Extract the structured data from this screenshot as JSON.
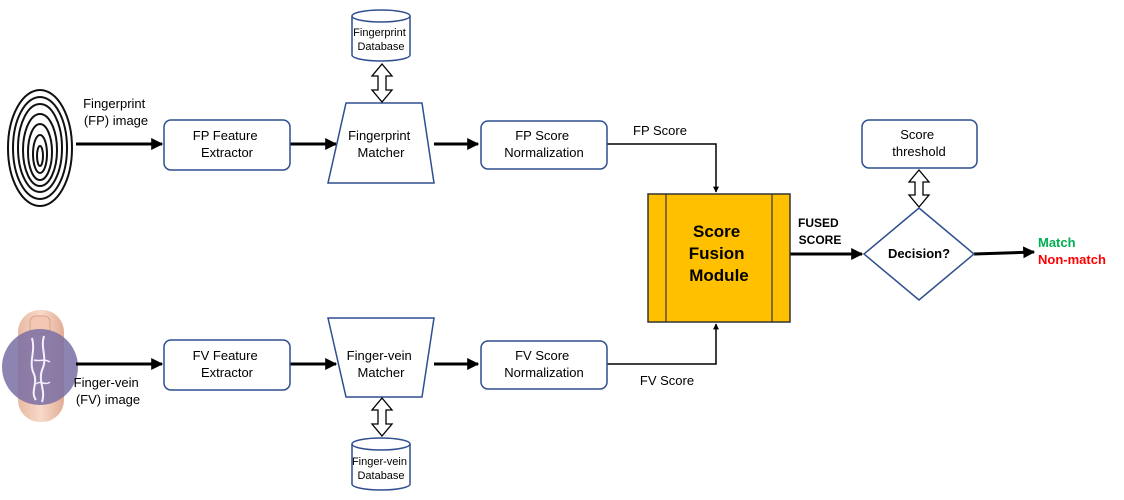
{
  "fp_input": {
    "line1": "Fingerprint",
    "line2": "(FP) image"
  },
  "fv_input": {
    "line1": "Finger-vein",
    "line2": "(FV) image"
  },
  "fp_feature_extractor": {
    "line1": "FP Feature",
    "line2": "Extractor"
  },
  "fv_feature_extractor": {
    "line1": "FV Feature",
    "line2": "Extractor"
  },
  "fp_matcher": {
    "line1": "Fingerprint",
    "line2": "Matcher"
  },
  "fv_matcher": {
    "line1": "Finger-vein",
    "line2": "Matcher"
  },
  "fp_database": {
    "line1": "Fingerprint",
    "line2": "Database"
  },
  "fv_database": {
    "line1": "Finger-vein",
    "line2": "Database"
  },
  "fp_normalization": {
    "line1": "FP Score",
    "line2": "Normalization"
  },
  "fv_normalization": {
    "line1": "FV Score",
    "line2": "Normalization"
  },
  "fp_score_label": "FP Score",
  "fv_score_label": "FV Score",
  "fusion": {
    "line1": "Score",
    "line2": "Fusion",
    "line3": "Module"
  },
  "fused_label": {
    "line1": "FUSED",
    "line2": "SCORE"
  },
  "threshold": {
    "line1": "Score",
    "line2": "threshold"
  },
  "decision": "Decision?",
  "outputs": {
    "match": "Match",
    "non_match": "Non-match"
  },
  "colors": {
    "box_border": "#2f4f8f",
    "fusion_fill": "#ffc000",
    "match": "#00b050",
    "non_match": "#ff0000",
    "arrow": "#000000"
  }
}
